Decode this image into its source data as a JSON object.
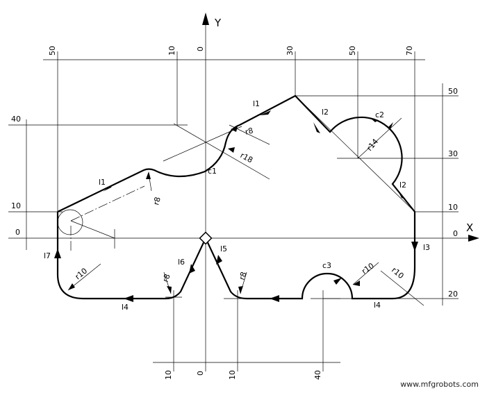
{
  "axes": {
    "x_label": "X",
    "y_label": "Y",
    "x_origin_label": "0",
    "y_origin_label": "0"
  },
  "top_dims": [
    "50",
    "10",
    "0",
    "30",
    "50",
    "70"
  ],
  "left_dims": [
    "40",
    "10",
    "0"
  ],
  "right_dims": [
    "50",
    "30",
    "10",
    "0",
    "20"
  ],
  "bottom_dims": [
    "10",
    "0",
    "10",
    "40"
  ],
  "segments": {
    "l1_a": "l1",
    "l1_b": "l1",
    "l2_a": "l2",
    "l2_b": "l2",
    "l3": "l3",
    "l4_a": "l4",
    "l4_b": "l4",
    "l5": "l5",
    "l6": "l6",
    "l7": "l7",
    "c1": "c1",
    "c2": "c2",
    "c3": "c3"
  },
  "radii": {
    "r8_a": "r8",
    "r8_b": "r8",
    "r18": "r18",
    "r14": "r14",
    "r10_a": "r10",
    "r10_b": "r10",
    "r10_c": "r10",
    "r8_c": "r8",
    "r8_d": "r8"
  },
  "watermark": "www.mfgrobots.com"
}
